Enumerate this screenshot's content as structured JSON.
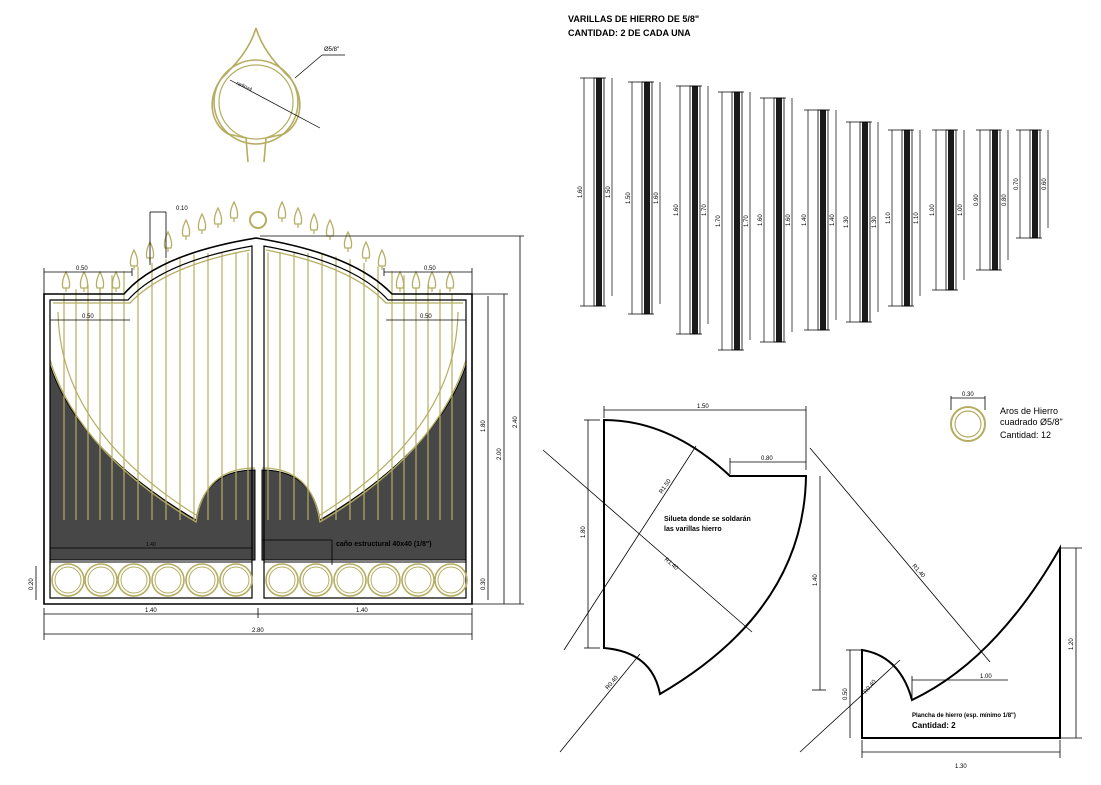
{
  "rods_section": {
    "title": "VARILLAS DE HIERRO DE 5/8\"",
    "quantity": "CANTIDAD: 2 DE CADA UNA",
    "rods": [
      {
        "outer": "1.60",
        "inner": "1.50"
      },
      {
        "outer": "1.50",
        "inner": "1.60"
      },
      {
        "outer": "1.60",
        "inner": "1.70"
      },
      {
        "outer": "1.70",
        "inner": "1.70"
      },
      {
        "outer": "1.60",
        "inner": "1.60"
      },
      {
        "outer": "1.40",
        "inner": "1.40"
      },
      {
        "outer": "1.30",
        "inner": "1.30"
      },
      {
        "outer": "1.10",
        "inner": "1.10"
      },
      {
        "outer": "1.00",
        "inner": "1.00"
      },
      {
        "outer": "0.90",
        "inner": "0.80"
      },
      {
        "outer": "0.70",
        "inner": "0.60"
      }
    ]
  },
  "finial_detail": {
    "diameter_label": "Ø5/8\"",
    "radius_label": "radio=4"
  },
  "gate_elevation": {
    "dims": {
      "top_post_offset": "0.10",
      "top_left_width": "0.50",
      "top_right_width": "0.50",
      "inner_left_width": "0.50",
      "inner_right_width": "0.50",
      "plate_height_right": "1.80",
      "frame_height": "2.00",
      "total_height": "2.40",
      "left_ring_band": "0.20",
      "right_ring_band": "0.30",
      "panel_left": "1.40",
      "panel_right": "1.40",
      "total_width": "2.80",
      "plate_width_label": "1.40"
    },
    "tube_note": "caño estructural 40x40 (1/8\")"
  },
  "ring_detail": {
    "diameter": "0.30",
    "line1": "Aros de Hierro",
    "line2": "cuadrado Ø5/8\"",
    "line3": "Cantidad: 12"
  },
  "template_piece": {
    "width_top": "1.50",
    "step_width": "0.80",
    "height_left": "1.80",
    "height_right": "1.40",
    "radius_outer": "R1.50",
    "radius_diag": "R1.40",
    "radius_small": "R0.40",
    "note_line1": "Silueta donde se soldarán",
    "note_line2": "las varillas hierro"
  },
  "sheet_piece": {
    "radius_large": "R1.40",
    "width_inner": "1.00",
    "height_right": "1.20",
    "height_left": "0.50",
    "radius_small": "R0.40",
    "width_bottom": "1.30",
    "note_line1": "Plancha de hierro (esp. mínimo 1/8\")",
    "note_line2": "Cantidad: 2"
  },
  "colors": {
    "gold": "#b5ad62",
    "plate": "#474747",
    "line": "#000000"
  }
}
